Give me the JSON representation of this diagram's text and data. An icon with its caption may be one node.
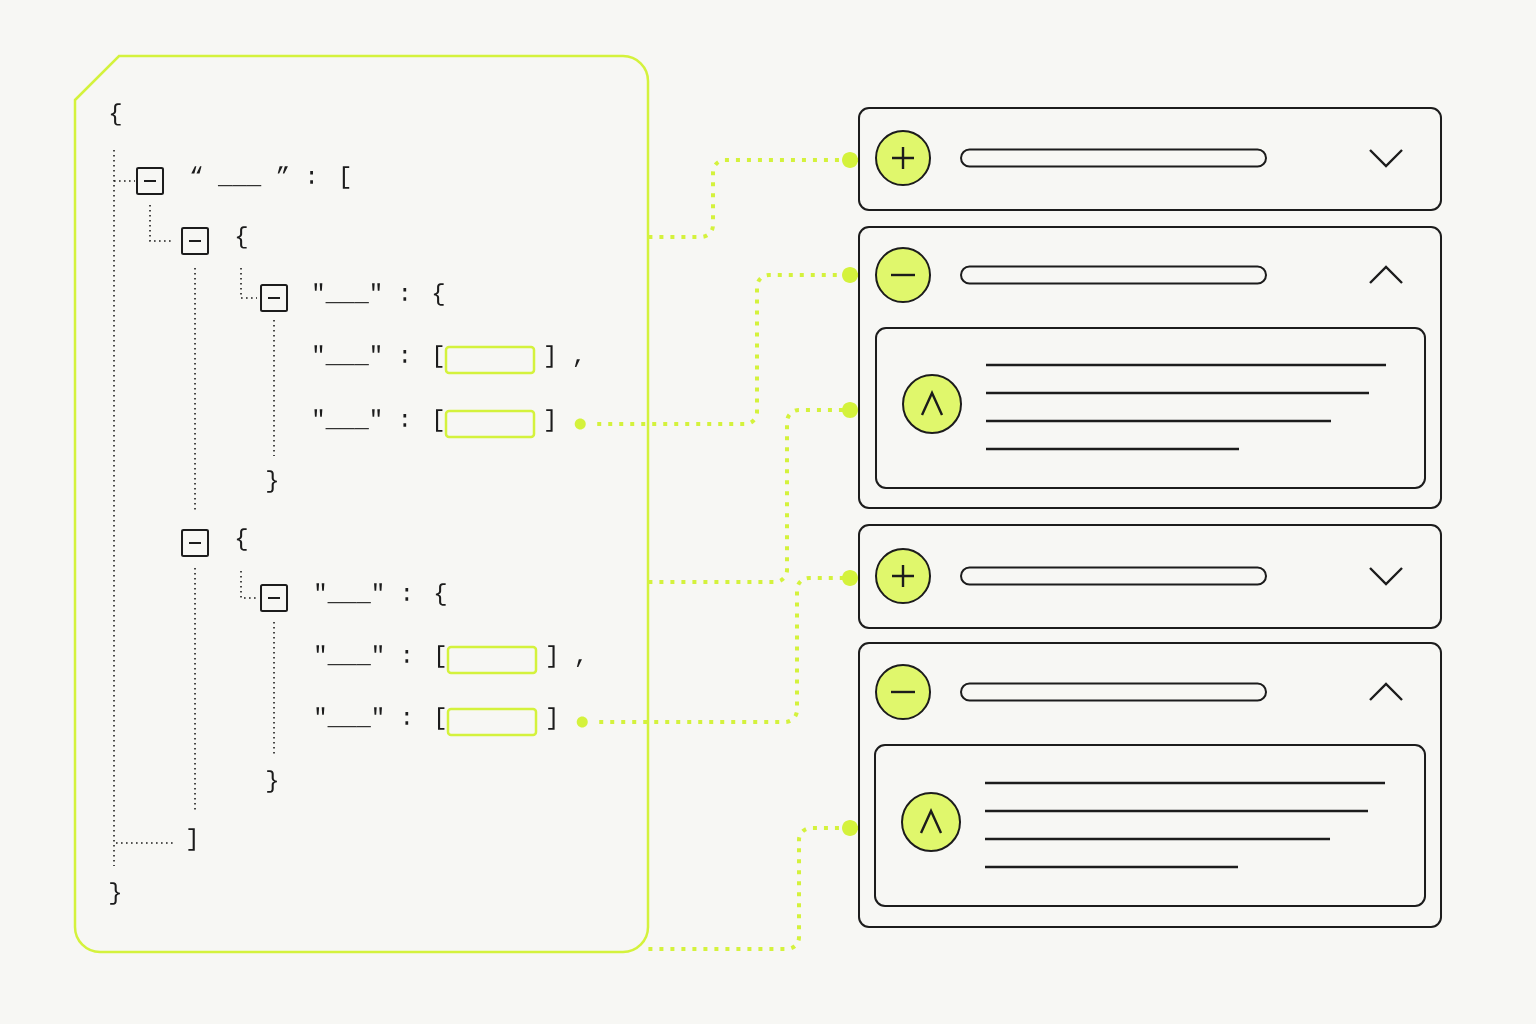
{
  "diagram": {
    "nodes": [
      {
        "text": [
          "{",
          "“ ___ ” : [",
          "{",
          "\"___\" : {",
          "\"___\" : [",
          "] ,",
          "}",
          "{",
          "\"___\" : {",
          "\"___\" : [",
          "] ,",
          "}",
          "]",
          "}"
        ]
      },
      {
        "text": [
          "\"___\" : [",
          "]"
        ],
        "in": 0
      },
      {
        "text": [
          "\"___\" : [",
          "]"
        ],
        "in": 0
      },
      {
        "text": [],
        "shape": "box"
      },
      {
        "text": [],
        "shape": "box"
      },
      {
        "text": [],
        "shape": "box",
        "in": 4
      },
      {
        "text": [],
        "shape": "box"
      },
      {
        "text": [],
        "shape": "box"
      },
      {
        "text": [],
        "shape": "box",
        "in": 7
      }
    ],
    "edges": [
      {
        "from": 0,
        "to": 3,
        "arrow": "other"
      },
      {
        "from": 1,
        "to": 4,
        "arrow": "other"
      },
      {
        "from": 0,
        "to": 4,
        "arrow": "other"
      },
      {
        "from": 2,
        "to": 6,
        "arrow": "other"
      },
      {
        "from": 0,
        "to": 7,
        "arrow": "other"
      }
    ]
  }
}
